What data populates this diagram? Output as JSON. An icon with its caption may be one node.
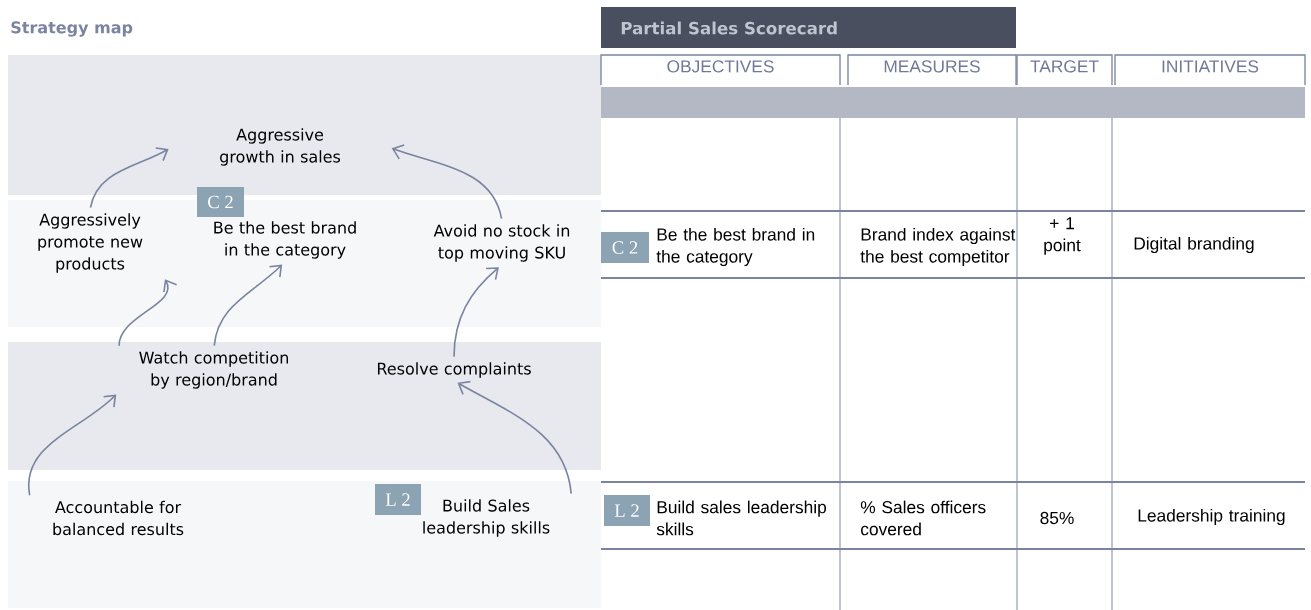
{
  "diagram": {
    "title": "Strategy map",
    "nodes": [
      {
        "text": [
          "Aggressive growth in sales"
        ]
      },
      {
        "text": [
          "Aggressively promote new products"
        ]
      },
      {
        "text": [
          "Be the best brand in the category"
        ],
        "beside": [
          "C 2"
        ]
      },
      {
        "text": [
          "Avoid no stock in top moving SKU"
        ]
      },
      {
        "text": [
          "Watch competition by region/brand"
        ]
      },
      {
        "text": [
          "Resolve complaints"
        ]
      },
      {
        "text": [
          "Accountable for balanced results"
        ]
      },
      {
        "text": [
          "Build Sales leadership skills"
        ],
        "beside": [
          "L 2"
        ]
      }
    ],
    "edges": [
      {
        "from": 1,
        "to": 0,
        "arrow": "to"
      },
      {
        "from": 3,
        "to": 0,
        "arrow": "to"
      },
      {
        "from": 4,
        "to": 1,
        "arrow": "to"
      },
      {
        "from": 4,
        "to": 2,
        "arrow": "to"
      },
      {
        "from": 5,
        "to": 3,
        "arrow": "to"
      },
      {
        "from": 6,
        "to": 4,
        "arrow": "to"
      },
      {
        "from": 7,
        "to": 5,
        "arrow": "to"
      }
    ],
    "labels": [
      "Partial Sales Scorecard",
      "OBJECTIVES",
      "MEASURES",
      "TARGET",
      "INITIATIVES",
      "C 2",
      "Be the best brand in the category",
      "Brand index against the best competitor",
      "+ 1 point",
      "Digital branding",
      "L 2",
      "Build sales leadership skills",
      "% Sales officers covered",
      "85%",
      "Leadership training"
    ]
  }
}
